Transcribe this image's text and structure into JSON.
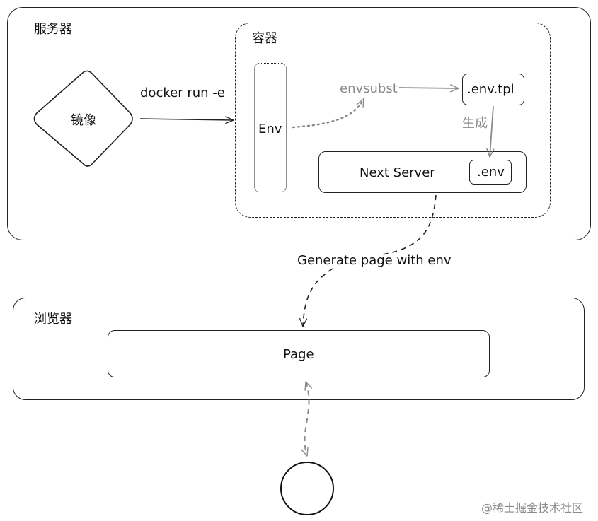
{
  "server": {
    "title": "服务器"
  },
  "container": {
    "title": "容器"
  },
  "image_node": {
    "label": "镜像"
  },
  "env_node": {
    "label": "Env"
  },
  "envsubst": {
    "label": "envsubst"
  },
  "tpl_node": {
    "label": ".env.tpl"
  },
  "generate_edge": {
    "label": "生成"
  },
  "next_server": {
    "label": "Next Server"
  },
  "dotenv_node": {
    "label": ".env"
  },
  "docker_edge": {
    "label": "docker run -e"
  },
  "generate_page_edge": {
    "label": "Generate page with env"
  },
  "browser": {
    "title": "浏览器"
  },
  "page_node": {
    "label": "Page"
  },
  "watermark": {
    "text": "@稀土掘金技术社区"
  },
  "colors": {
    "stroke": "#222222",
    "muted": "#8a8a8a"
  }
}
